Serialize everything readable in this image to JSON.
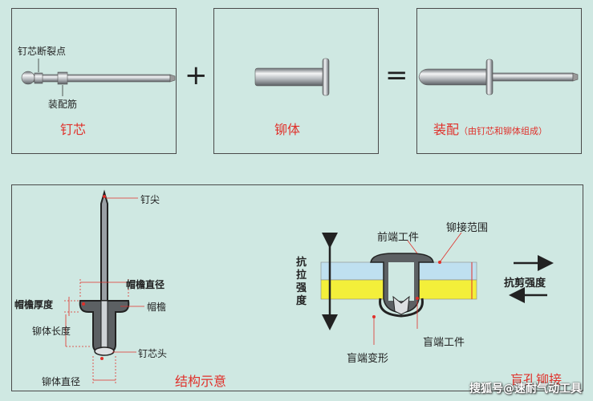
{
  "top": {
    "mandrel": {
      "break_point_label": "钉芯断裂点",
      "rib_label": "装配筋",
      "caption": "钉芯"
    },
    "plus": "+",
    "rivet_body": {
      "caption": "铆体"
    },
    "equals": "=",
    "assembly": {
      "caption": "装配",
      "note": "（由钉芯和铆体组成）"
    }
  },
  "structure": {
    "tip_label": "钉尖",
    "head_dia_label": "帽檐直径",
    "head_thick_label": "帽檐厚度",
    "brim_label": "帽檐",
    "length_label": "铆体长度",
    "mandrel_head_label": "钉芯头",
    "body_dia_label": "铆体直径",
    "caption": "结构示意"
  },
  "blind": {
    "tensile": "抗拉强度",
    "front_work_label": "前端工件",
    "range_label": "铆接范围",
    "shear": "抗剪强度",
    "blind_work_label": "盲端工件",
    "deform_label": "盲端变形",
    "caption": "盲孔铆接"
  },
  "watermark": "搜狐号@速耐气动工具",
  "colors": {
    "accent_red": "#e0302a",
    "plate_top": "#bfe0f0",
    "plate_bottom": "#f3ef3a",
    "background": "#cfe8e2"
  }
}
